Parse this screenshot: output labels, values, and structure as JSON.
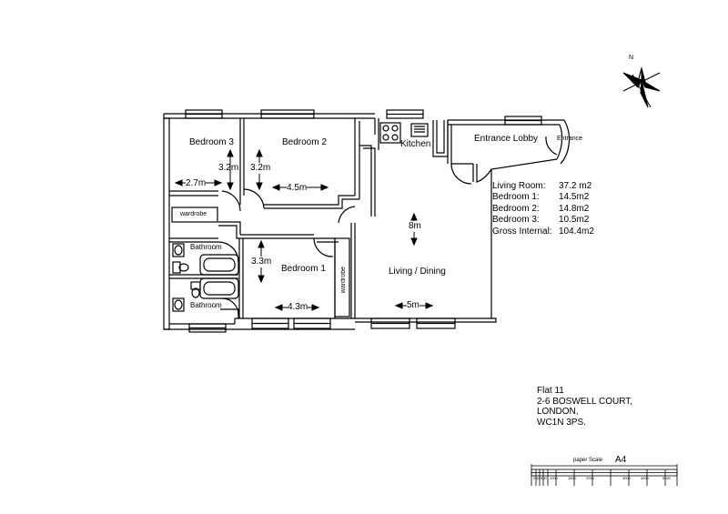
{
  "rooms": {
    "bedroom3": {
      "name": "Bedroom 3",
      "width": "2.7m",
      "depth": "3.2m"
    },
    "bedroom2": {
      "name": "Bedroom 2",
      "width": "4.5m",
      "depth": "3.2m"
    },
    "bedroom1": {
      "name": "Bedroom 1",
      "width": "4.3m",
      "depth": "3.3m"
    },
    "kitchen": {
      "name": "Kitchen"
    },
    "entrance_lobby": {
      "name": "Entrance Lobby"
    },
    "entrance": {
      "name": "Entrance"
    },
    "living": {
      "name": "Living / Dining",
      "width": "5m",
      "depth": "8m"
    },
    "bathroom_upper": {
      "name": "Bathroom"
    },
    "bathroom_lower": {
      "name": "Bathroom"
    },
    "wardrobe_h": {
      "name": "wardrobe"
    },
    "wardrobe_v": {
      "name": "wardrobe"
    }
  },
  "areas": [
    {
      "label": "Living Room:",
      "value": "37.2 m2"
    },
    {
      "label": "Bedroom 1:",
      "value": "14.5m2"
    },
    {
      "label": "Bedroom 2:",
      "value": "14.8m2"
    },
    {
      "label": "Bedroom 3:",
      "value": "10.5m2"
    },
    {
      "label": "Gross Internal:",
      "value": "104.4m2"
    }
  ],
  "address": [
    "Flat 11",
    "2-6 BOSWELL COURT,",
    "LONDON,",
    "WC1N 3PS."
  ],
  "scale": {
    "caption": "paper Scale",
    "size": "A4",
    "ticks": [
      "200",
      "500",
      "1000",
      "1500",
      "2000",
      "3000",
      "4000",
      "5000"
    ]
  },
  "north": {
    "label": "N"
  }
}
